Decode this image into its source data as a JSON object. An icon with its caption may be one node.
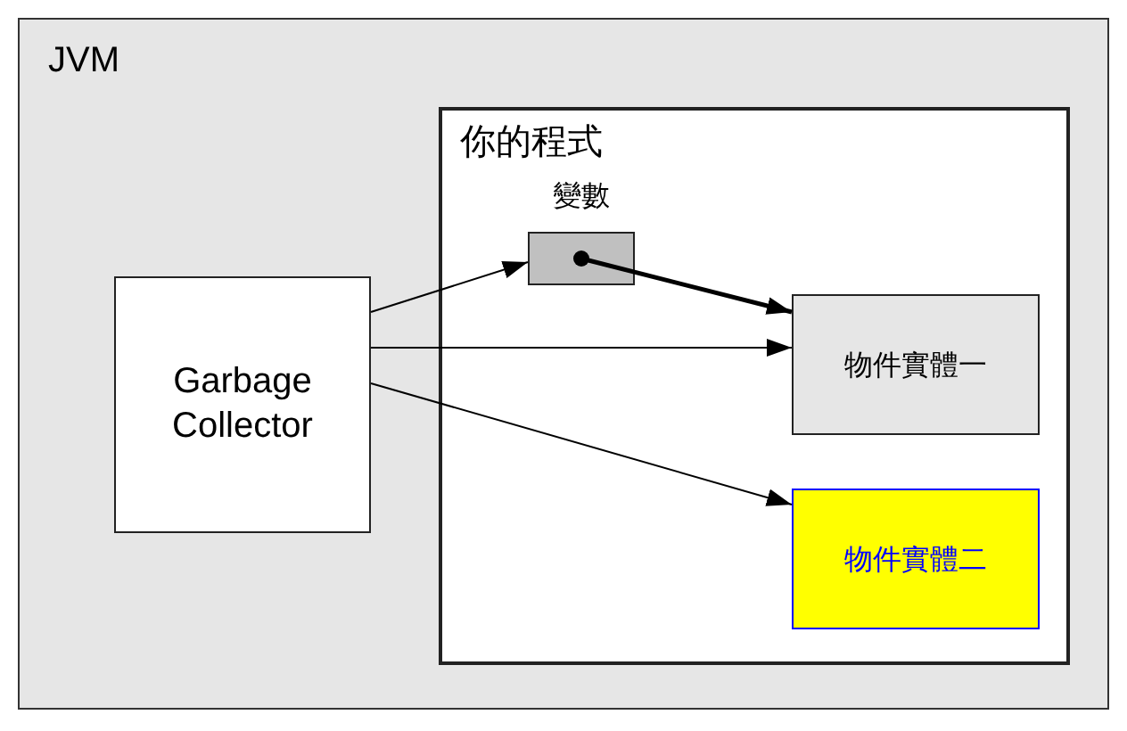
{
  "diagram": {
    "nodes": [
      {
        "text": [
          "JVM"
        ]
      },
      {
        "text": [
          "Garbage Collector"
        ],
        "in": 0
      },
      {
        "text": [
          "你的程式"
        ],
        "in": 0
      },
      {
        "text": [
          "變數"
        ],
        "in": 2
      },
      {
        "text": [
          "物件實體一"
        ],
        "in": 2
      },
      {
        "text": [
          "物件實體二"
        ],
        "in": 2
      }
    ],
    "edges": [
      {
        "from": 1,
        "to": 3,
        "arrow": "to"
      },
      {
        "from": 1,
        "to": 4,
        "arrow": "to"
      },
      {
        "from": 1,
        "to": 5,
        "arrow": "to"
      },
      {
        "from": 3,
        "to": 4,
        "arrow": "to",
        "style": "thick"
      }
    ]
  }
}
